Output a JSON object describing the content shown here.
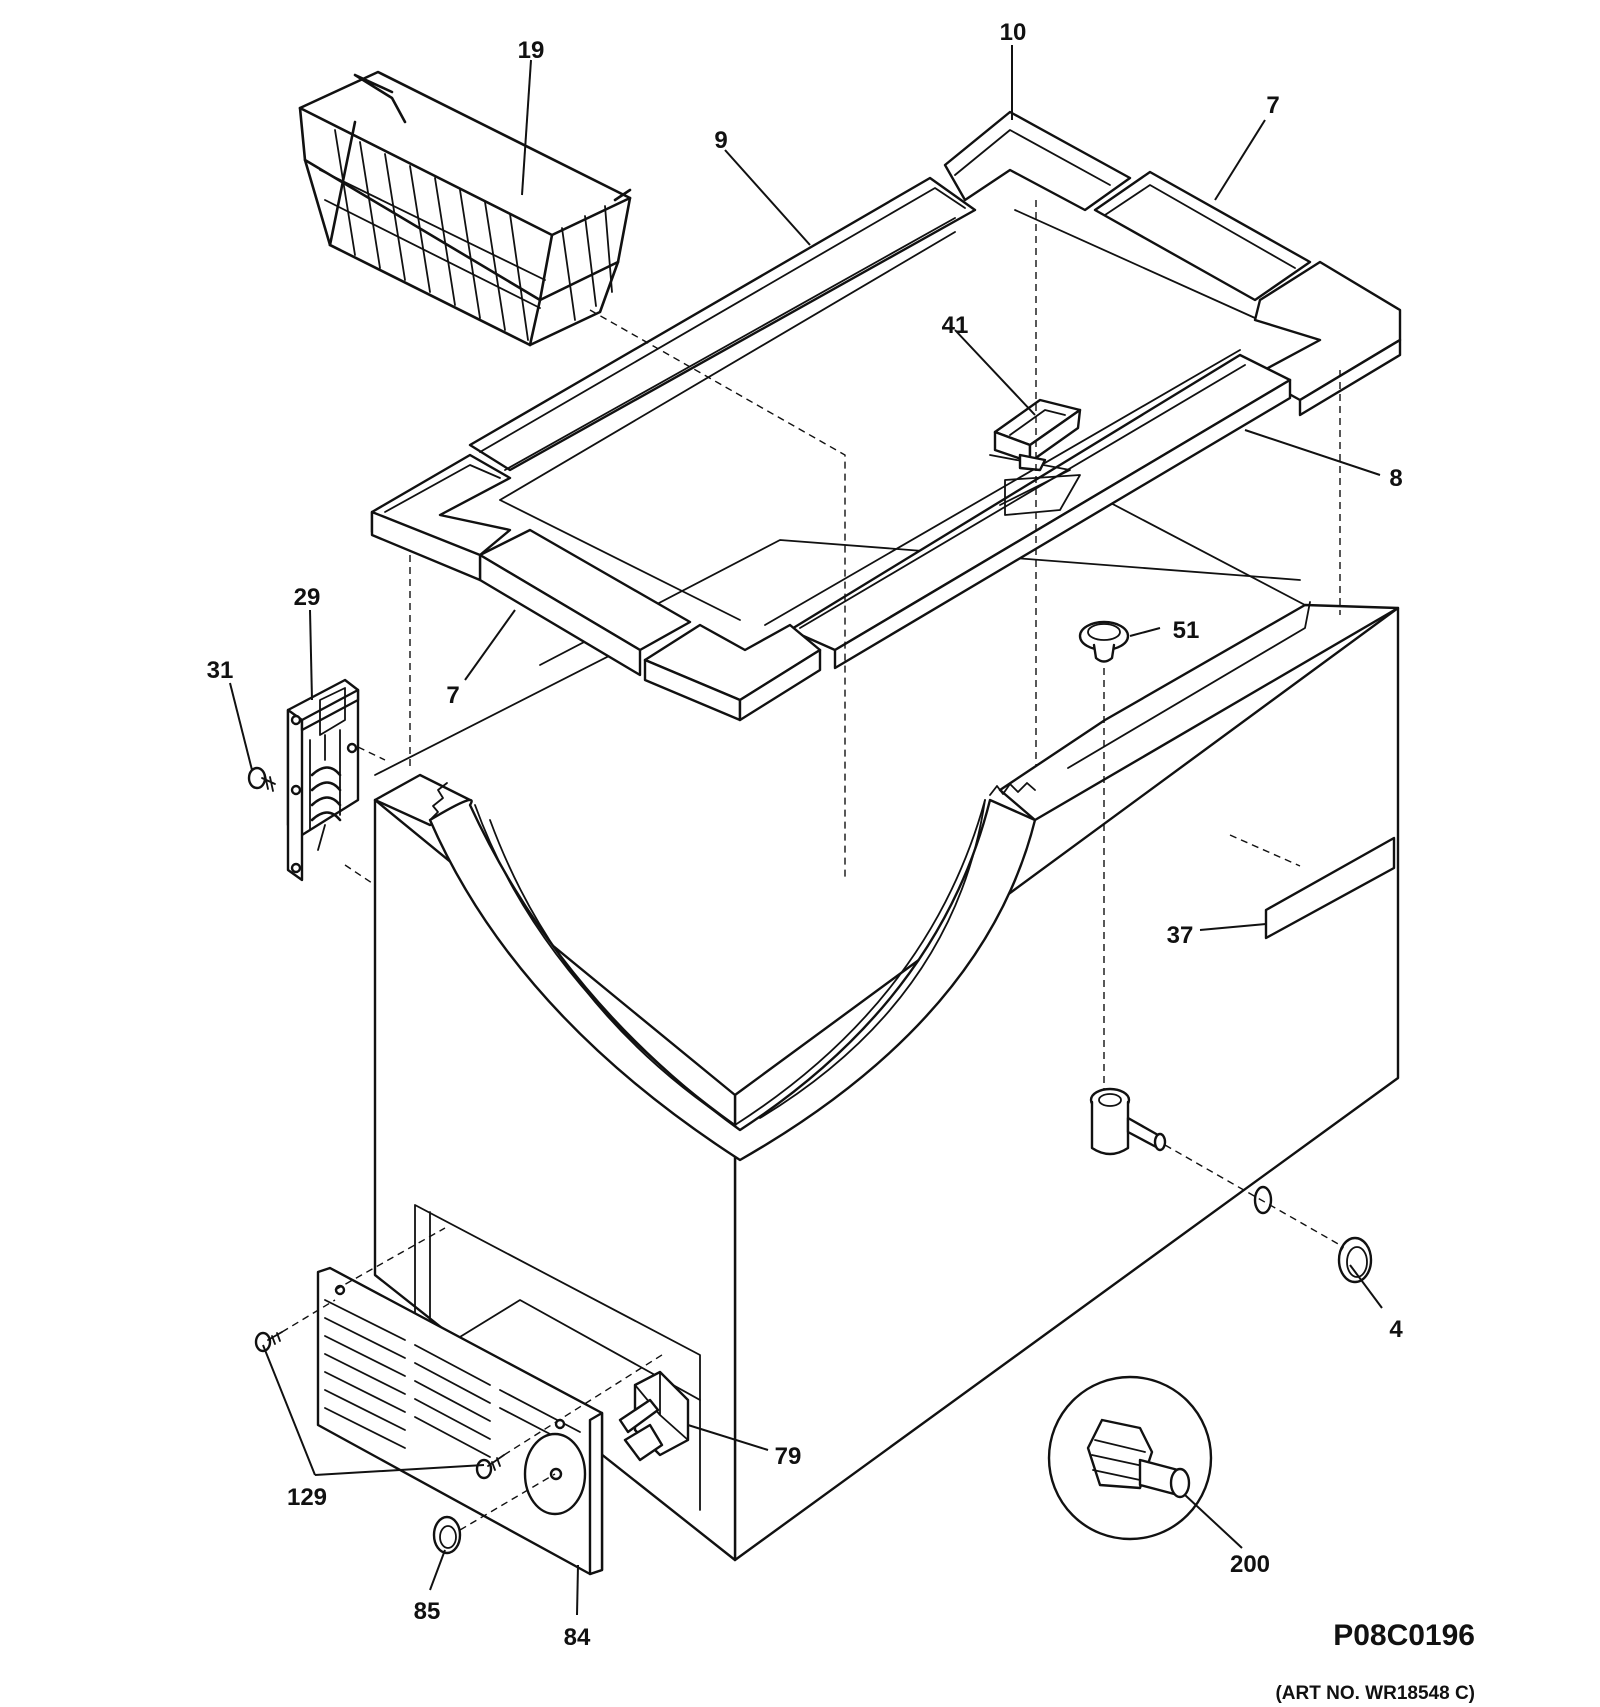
{
  "drawing_number": "P08C0196",
  "art_number": "(ART NO. WR18548 C)",
  "callouts": {
    "c19": "19",
    "c10": "10",
    "c7_top": "7",
    "c9": "9",
    "c41": "41",
    "c8": "8",
    "c29": "29",
    "c51": "51",
    "c31": "31",
    "c7_bottom": "7",
    "c37": "37",
    "c4": "4",
    "c79": "79",
    "c129": "129",
    "c200": "200",
    "c85": "85",
    "c84": "84"
  }
}
